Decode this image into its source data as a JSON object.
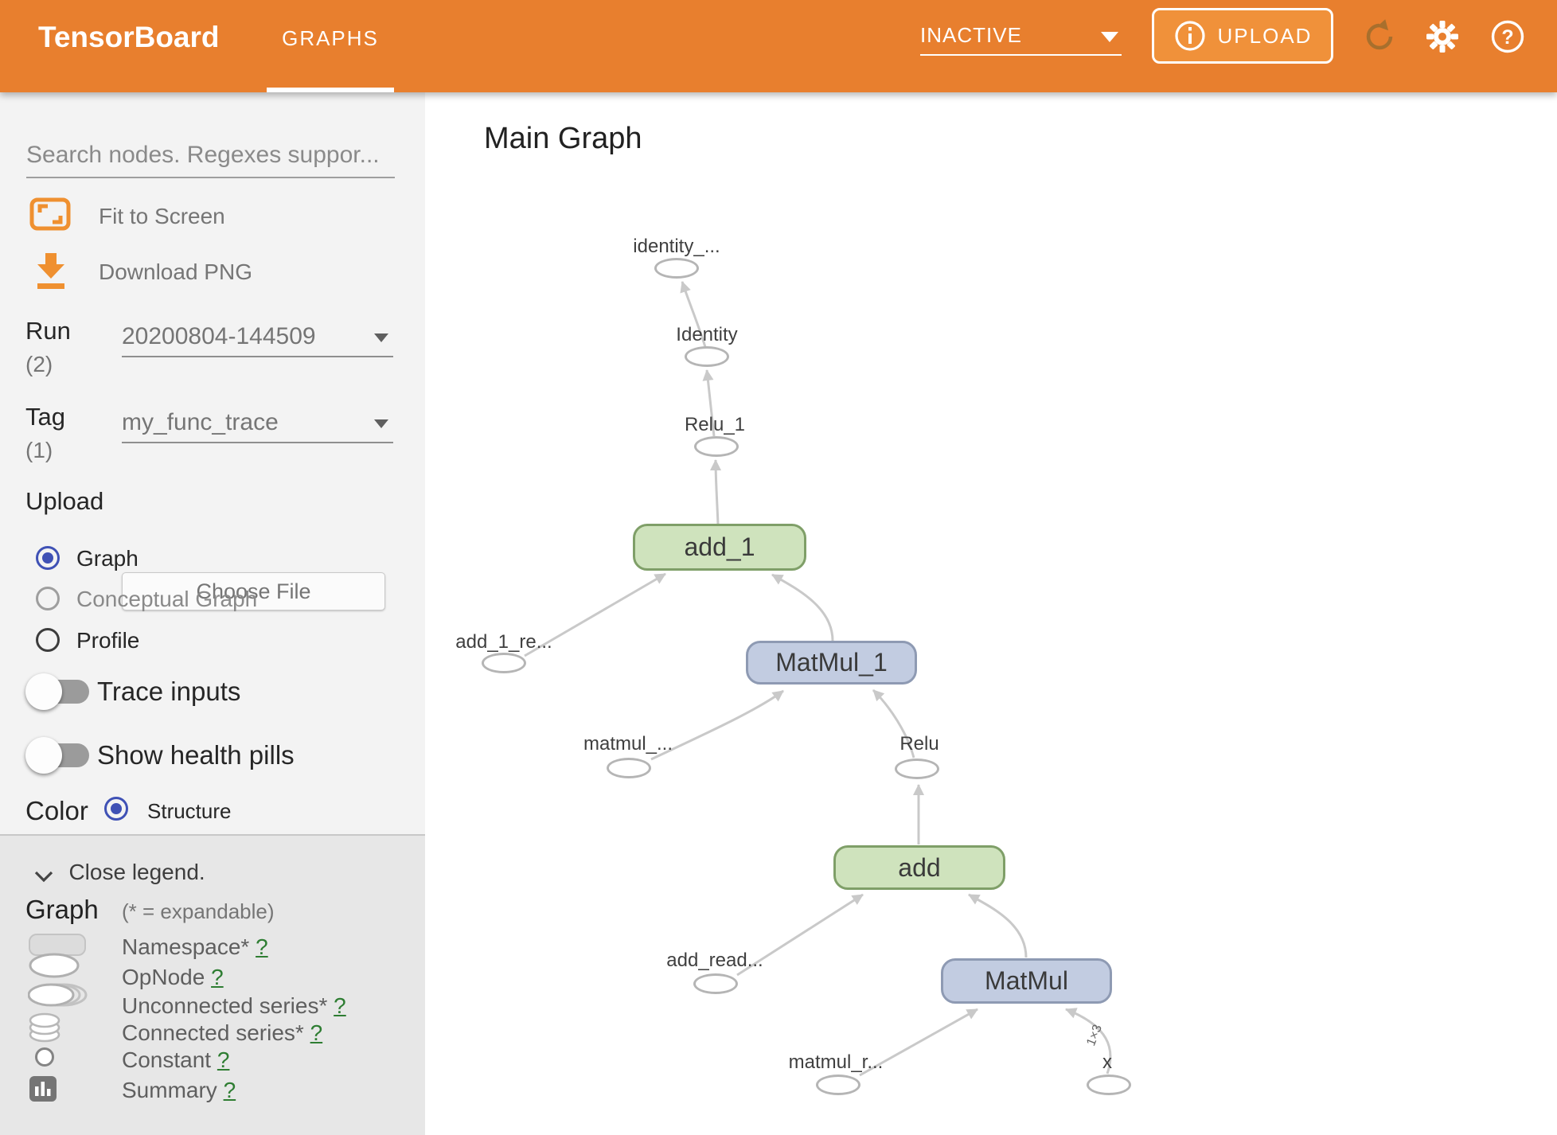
{
  "header": {
    "title": "TensorBoard",
    "tab": "GRAPHS",
    "status": "INACTIVE",
    "upload_label": "UPLOAD",
    "icons": [
      "info-icon",
      "refresh-icon",
      "gear-icon",
      "help-icon"
    ]
  },
  "sidebar": {
    "search_placeholder": "Search nodes. Regexes suppor...",
    "fit_to_screen": "Fit to Screen",
    "download_png": "Download PNG",
    "run": {
      "label": "Run",
      "count": "(2)",
      "value": "20200804-144509"
    },
    "tag": {
      "label": "Tag",
      "count": "(1)",
      "value": "my_func_trace"
    },
    "upload": {
      "label": "Upload",
      "button": "Choose File"
    },
    "graph_type_options": [
      {
        "label": "Graph",
        "selected": true
      },
      {
        "label": "Conceptual Graph",
        "selected": false
      },
      {
        "label": "Profile",
        "selected": false
      }
    ],
    "toggles": [
      {
        "label": "Trace inputs",
        "on": false
      },
      {
        "label": "Show health pills",
        "on": false
      }
    ],
    "color_by": {
      "label": "Color",
      "option": "Structure",
      "selected": true
    },
    "legend": {
      "close": "Close legend.",
      "heading": "Graph",
      "note": "(* = expandable)",
      "items": [
        {
          "label": "Namespace*",
          "help": "?",
          "icon": "namespace-icon"
        },
        {
          "label": "OpNode",
          "help": "?",
          "icon": "opnode-icon"
        },
        {
          "label": "Unconnected series*",
          "help": "?",
          "icon": "unconnected-series-icon"
        },
        {
          "label": "Connected series*",
          "help": "?",
          "icon": "connected-series-icon"
        },
        {
          "label": "Constant",
          "help": "?",
          "icon": "constant-icon"
        },
        {
          "label": "Summary",
          "help": "?",
          "icon": "summary-icon"
        }
      ]
    }
  },
  "main": {
    "title": "Main Graph",
    "graph": {
      "nodes": [
        {
          "id": "identity_out",
          "label": "identity_...",
          "type": "op"
        },
        {
          "id": "Identity",
          "label": "Identity",
          "type": "op"
        },
        {
          "id": "Relu_1",
          "label": "Relu_1",
          "type": "op"
        },
        {
          "id": "add_1",
          "label": "add_1",
          "type": "namespace"
        },
        {
          "id": "add_1_re",
          "label": "add_1_re...",
          "type": "op"
        },
        {
          "id": "MatMul_1",
          "label": "MatMul_1",
          "type": "namespace"
        },
        {
          "id": "matmul_",
          "label": "matmul_...",
          "type": "op"
        },
        {
          "id": "Relu",
          "label": "Relu",
          "type": "op"
        },
        {
          "id": "add",
          "label": "add",
          "type": "namespace"
        },
        {
          "id": "add_read",
          "label": "add_read...",
          "type": "op"
        },
        {
          "id": "MatMul",
          "label": "MatMul",
          "type": "namespace"
        },
        {
          "id": "matmul_r",
          "label": "matmul_r...",
          "type": "op"
        },
        {
          "id": "x",
          "label": "x",
          "type": "op"
        }
      ],
      "edges": [
        "Identity->identity_...",
        "Relu_1->Identity",
        "add_1->Relu_1",
        "add_1_re...->add_1",
        "MatMul_1->add_1",
        "matmul_...->MatMul_1",
        "Relu->MatMul_1",
        "add->Relu",
        "add_read...->add",
        "MatMul->add",
        "matmul_r...->MatMul",
        "x->MatMul"
      ],
      "edge_shape_label": "1×3"
    }
  },
  "colors": {
    "header_orange": "#e87f2e",
    "upload_button": "#f0913a",
    "icon_orange": "#ef9030",
    "radio_blue": "#3f51b5",
    "help_green": "#2e7d32",
    "namespace_fill_green": "#cfe3bd",
    "namespace_border_green": "#7f9f68",
    "namespace_fill_blue": "#c2cce1",
    "namespace_border_blue": "#8e9ab3",
    "edge_gray": "#c9c9c9",
    "sidebar_bg": "#f3f3f3",
    "legend_bg": "#e7e7e7"
  }
}
